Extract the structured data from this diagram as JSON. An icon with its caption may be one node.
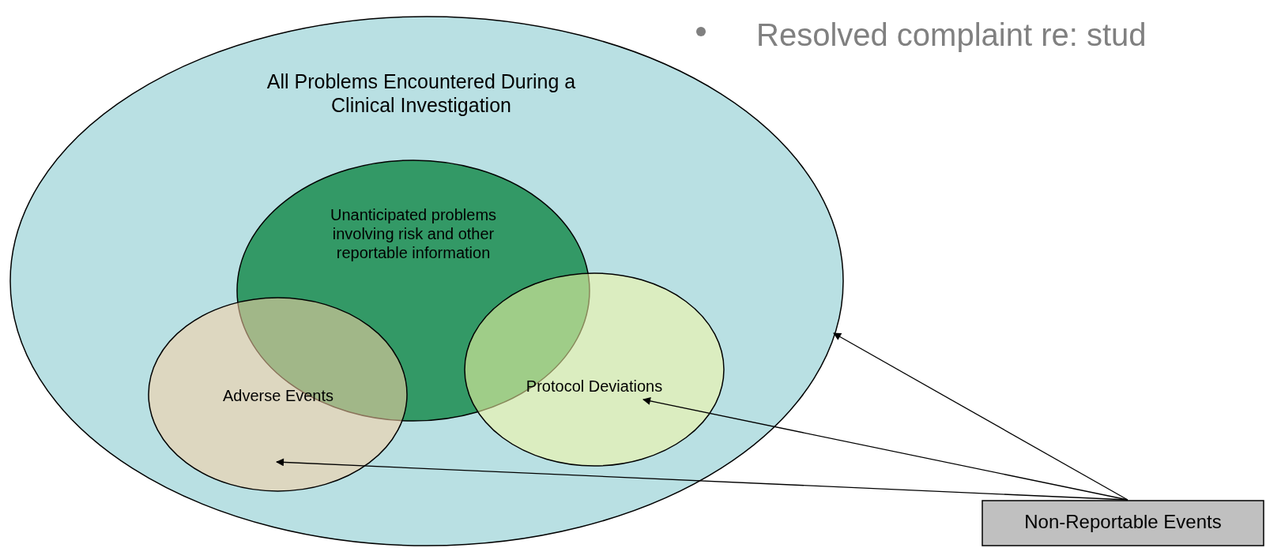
{
  "diagram": {
    "nodes": [
      {
        "text": [
          "All Problems Encountered During a Clinical Investigation"
        ]
      },
      {
        "text": [
          "Unanticipated problems involving risk and other reportable information"
        ],
        "in": 0
      },
      {
        "text": [
          "Adverse Events"
        ],
        "in": 0
      },
      {
        "text": [
          "Protocol Deviations"
        ],
        "in": 0
      },
      {
        "text": [
          "Non-Reportable Events"
        ]
      }
    ],
    "edges": [
      {
        "from": 4,
        "to": 0,
        "arrow": "to"
      },
      {
        "from": 4,
        "to": 3,
        "arrow": "to"
      },
      {
        "from": 4,
        "to": 2,
        "arrow": "to"
      }
    ],
    "labels": [
      "Resolved complaint re: stud"
    ]
  }
}
